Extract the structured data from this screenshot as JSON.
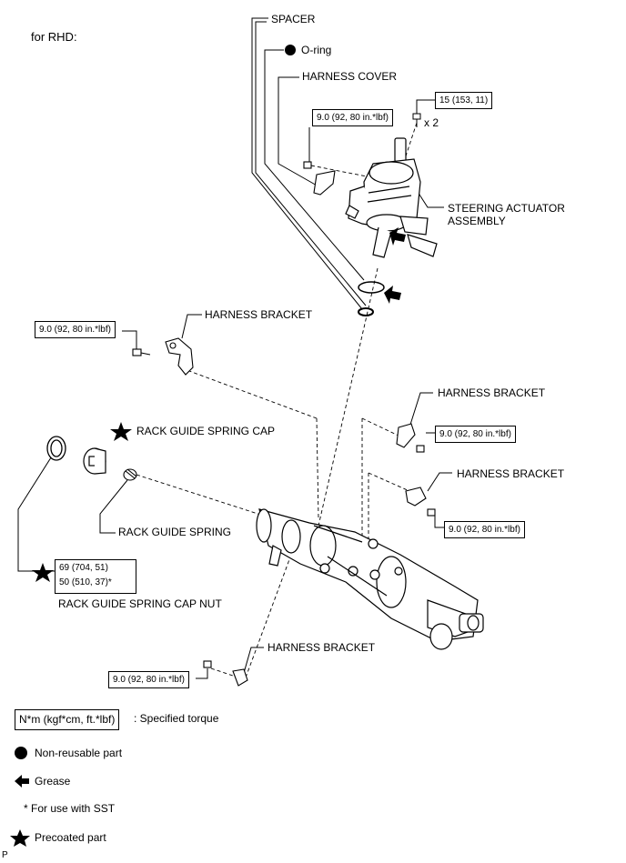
{
  "header": {
    "for_rhd": "for RHD:"
  },
  "labels": {
    "spacer": "SPACER",
    "o_ring": "O-ring",
    "harness_cover": "HARNESS COVER",
    "steering_actuator": "STEERING ACTUATOR",
    "assembly": "ASSEMBLY",
    "x2": "x 2",
    "harness_bracket_1": "HARNESS BRACKET",
    "harness_bracket_2": "HARNESS BRACKET",
    "harness_bracket_3": "HARNESS BRACKET",
    "harness_bracket_4": "HARNESS BRACKET",
    "rack_guide_spring_cap": "RACK GUIDE SPRING CAP",
    "rack_guide_spring": "RACK GUIDE SPRING",
    "rack_guide_spring_cap_nut": "RACK GUIDE SPRING CAP NUT"
  },
  "torques": {
    "t_15": "15 (153, 11)",
    "t_cover": "9.0 (92, 80 in.*lbf)",
    "t_bracket_left": "9.0 (92, 80 in.*lbf)",
    "t_bracket_r1": "9.0 (92, 80 in.*lbf)",
    "t_bracket_r2": "9.0 (92, 80 in.*lbf)",
    "t_bracket_bottom": "9.0 (92, 80 in.*lbf)",
    "t_nut_1": "69 (704, 51)",
    "t_nut_2": "50 (510, 37)*"
  },
  "legend": {
    "torque_box": "N*m (kgf*cm, ft.*lbf)",
    "torque_desc": ": Specified torque",
    "non_reusable": "Non-reusable part",
    "grease": "Grease",
    "sst": "* For use with SST",
    "precoated": "Precoated part"
  },
  "footer": {
    "code": "P"
  },
  "colors": {
    "line": "#000000",
    "background": "#ffffff"
  }
}
